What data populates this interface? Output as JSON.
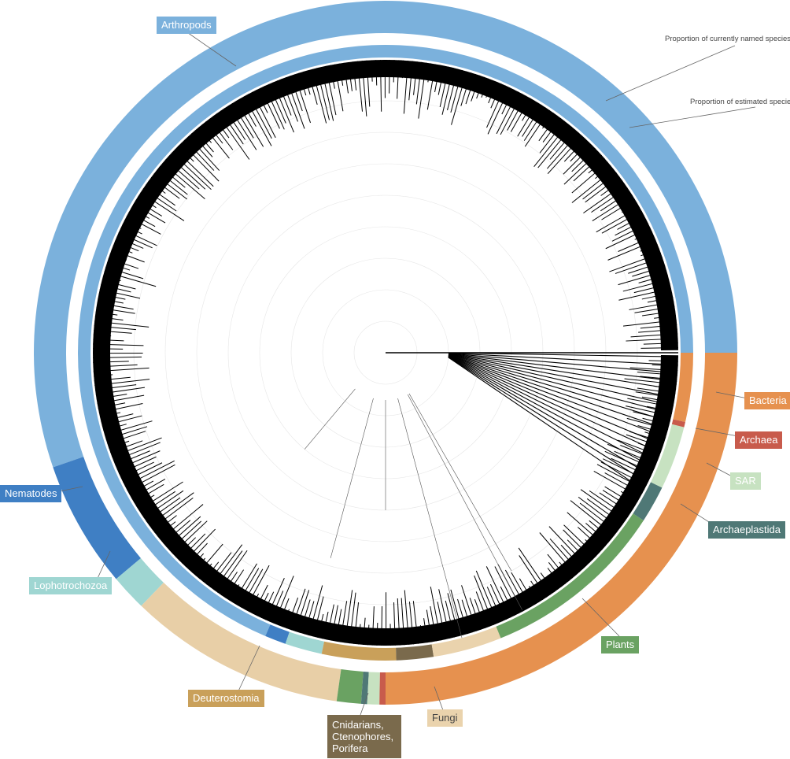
{
  "chart_data": {
    "type": "circular-phylogeny",
    "annotations": {
      "named": "Proportion of currently named species",
      "estimated": "Proportion of estimated species"
    },
    "colors": {
      "arthropods": "#7bb1dc",
      "nematodes": "#3f7fc4",
      "lophotrochozoa": "#9fd6d2",
      "deuterostomia": "#c9a05a",
      "deuterostomia_outer": "#e8cfa7",
      "cnidarians": "#7a6a4c",
      "fungi": "#ead3ad",
      "plants": "#6aa262",
      "archaeplastida": "#4f7876",
      "sar": "#c7e2c1",
      "archaea": "#c85b4c",
      "bacteria": "#e6914f"
    },
    "groups": [
      {
        "key": "arthropods",
        "label": "Arthropods",
        "color": "#7bb1dc"
      },
      {
        "key": "nematodes",
        "label": "Nematodes",
        "color": "#3f7fc4"
      },
      {
        "key": "lophotrochozoa",
        "label": "Lophotrochozoa",
        "color": "#9fd6d2"
      },
      {
        "key": "deuterostomia",
        "label": "Deuterostomia",
        "color": "#c9a05a"
      },
      {
        "key": "cnidarians",
        "label": "Cnidarians, Ctenophores, Porifera",
        "color": "#7a6a4c"
      },
      {
        "key": "fungi",
        "label": "Fungi",
        "color": "#ead3ad"
      },
      {
        "key": "plants",
        "label": "Plants",
        "color": "#6aa262"
      },
      {
        "key": "archaeplastida",
        "label": "Archaeplastida",
        "color": "#4f7876"
      },
      {
        "key": "sar",
        "label": "SAR",
        "color": "#c7e2c1"
      },
      {
        "key": "archaea",
        "label": "Archaea",
        "color": "#c85b4c"
      },
      {
        "key": "bacteria",
        "label": "Bacteria",
        "color": "#e6914f"
      }
    ],
    "named_ring": [
      {
        "key": "arthropods",
        "start_deg": 0,
        "end_deg": 247
      },
      {
        "key": "nematodes",
        "start_deg": 247,
        "end_deg": 251
      },
      {
        "key": "lophotrochozoa",
        "start_deg": 251,
        "end_deg": 258
      },
      {
        "key": "deuterostomia",
        "start_deg": 258,
        "end_deg": 272
      },
      {
        "key": "cnidarians",
        "start_deg": 272,
        "end_deg": 279
      },
      {
        "key": "fungi",
        "start_deg": 279,
        "end_deg": 292
      },
      {
        "key": "plants",
        "start_deg": 292,
        "end_deg": 327
      },
      {
        "key": "archaeplastida",
        "start_deg": 327,
        "end_deg": 334
      },
      {
        "key": "sar",
        "start_deg": 334,
        "end_deg": 346
      },
      {
        "key": "archaea",
        "start_deg": 346,
        "end_deg": 347
      },
      {
        "key": "bacteria",
        "start_deg": 347,
        "end_deg": 360
      }
    ],
    "estimated_ring": [
      {
        "key": "arthropods",
        "start_deg": 0,
        "end_deg": 199
      },
      {
        "key": "nematodes",
        "start_deg": 199,
        "end_deg": 220
      },
      {
        "key": "lophotrochozoa",
        "start_deg": 220,
        "end_deg": 226
      },
      {
        "key": "deuterostomia_outer",
        "start_deg": 226,
        "end_deg": 262
      },
      {
        "key": "plants",
        "start_deg": 262,
        "end_deg": 266
      },
      {
        "key": "archaeplastida",
        "start_deg": 266,
        "end_deg": 267
      },
      {
        "key": "sar",
        "start_deg": 267,
        "end_deg": 269
      },
      {
        "key": "archaea",
        "start_deg": 269,
        "end_deg": 270
      },
      {
        "key": "bacteria",
        "start_deg": 270,
        "end_deg": 360
      }
    ]
  }
}
